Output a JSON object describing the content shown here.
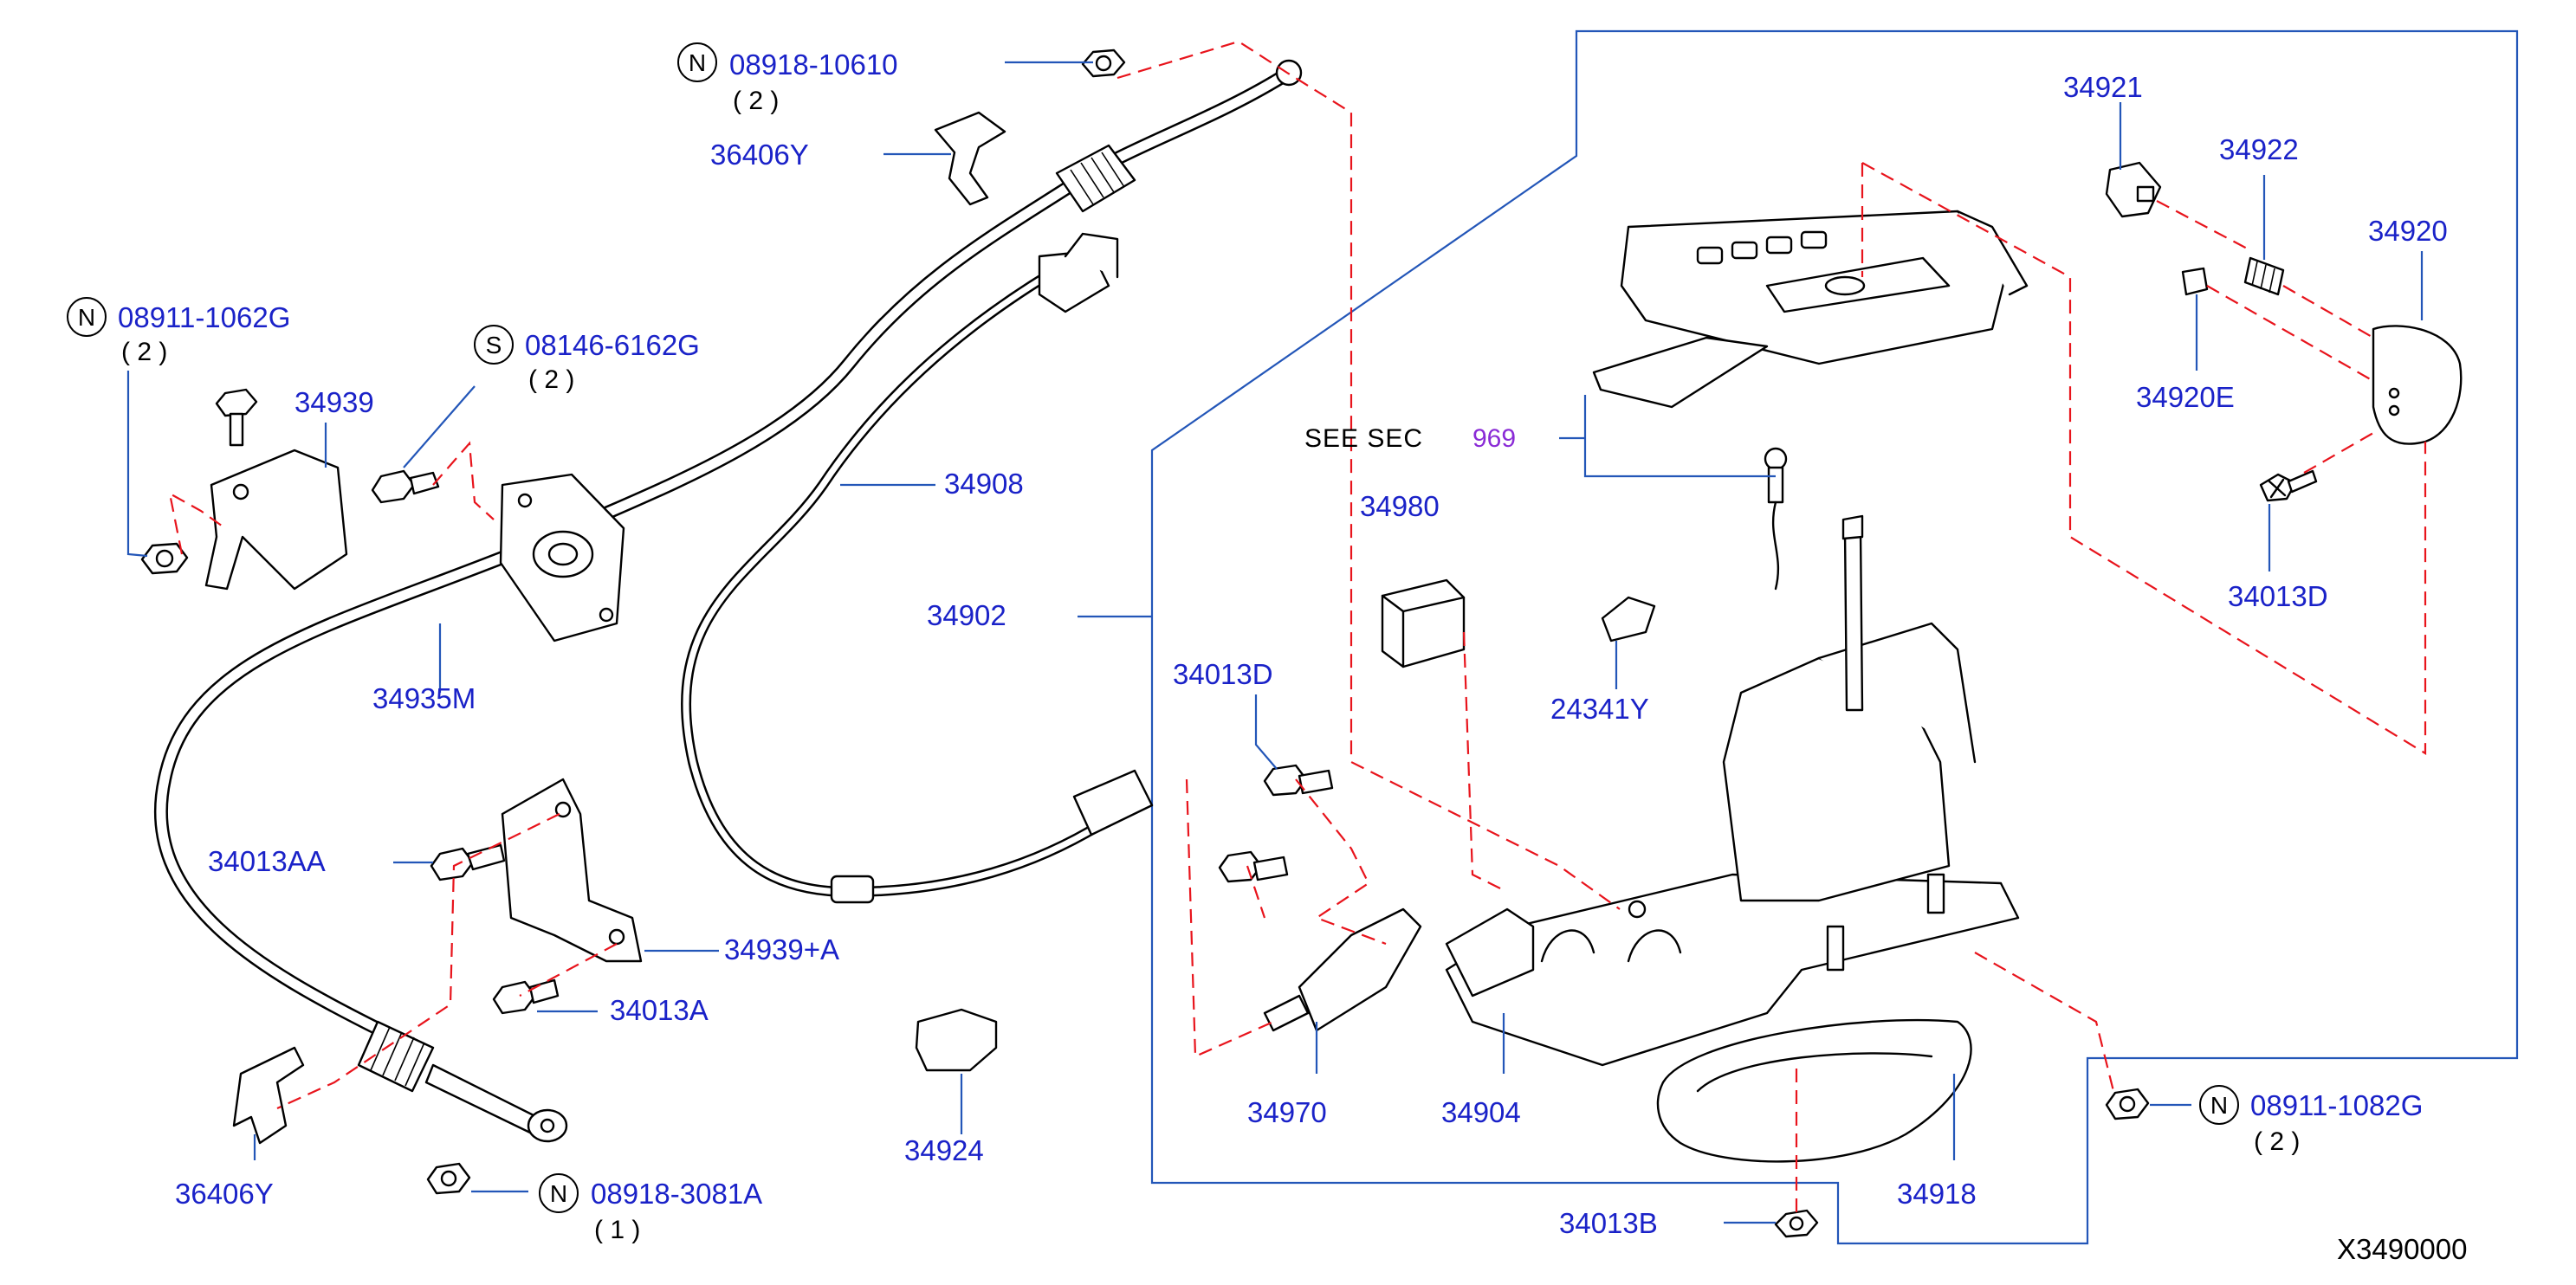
{
  "parts": {
    "p08918_10610": "08918-10610",
    "p36406Y_top": "36406Y",
    "p08911_1062G": "08911-1062G",
    "p34939": "34939",
    "p08146_6162G": "08146-6162G",
    "p34908": "34908",
    "p34902": "34902",
    "p34935M": "34935M",
    "p34013AA": "34013AA",
    "p34939A": "34939+A",
    "p34013A": "34013A",
    "p36406Y_bottom": "36406Y",
    "p08918_3081A": "08918-3081A",
    "p34924": "34924",
    "p34013D_left": "34013D",
    "p34970": "34970",
    "p34904": "34904",
    "p34980": "34980",
    "p24341Y": "24341Y",
    "p34013B": "34013B",
    "p34918": "34918",
    "p34921": "34921",
    "p34922": "34922",
    "p34920": "34920",
    "p34920E": "34920E",
    "p34013D_right": "34013D",
    "p08911_1082G": "08911-1082G"
  },
  "quantities": {
    "q08918_10610": "( 2 )",
    "q08911_1062G": "( 2 )",
    "q08146_6162G": "( 2 )",
    "q08918_3081A": "( 1 )",
    "q08911_1082G": "( 2 )"
  },
  "badges": {
    "n1": "N",
    "n2": "N",
    "s1": "S",
    "n3": "N",
    "n4": "N"
  },
  "see_sec": {
    "label": "SEE SEC",
    "number": "969"
  },
  "diagram_code": "X3490000",
  "colors": {
    "part_number": "#1a22c8",
    "leader_line": "#2356b8",
    "dashed_line": "#e8141c",
    "section_ref": "#8a2bd6"
  }
}
